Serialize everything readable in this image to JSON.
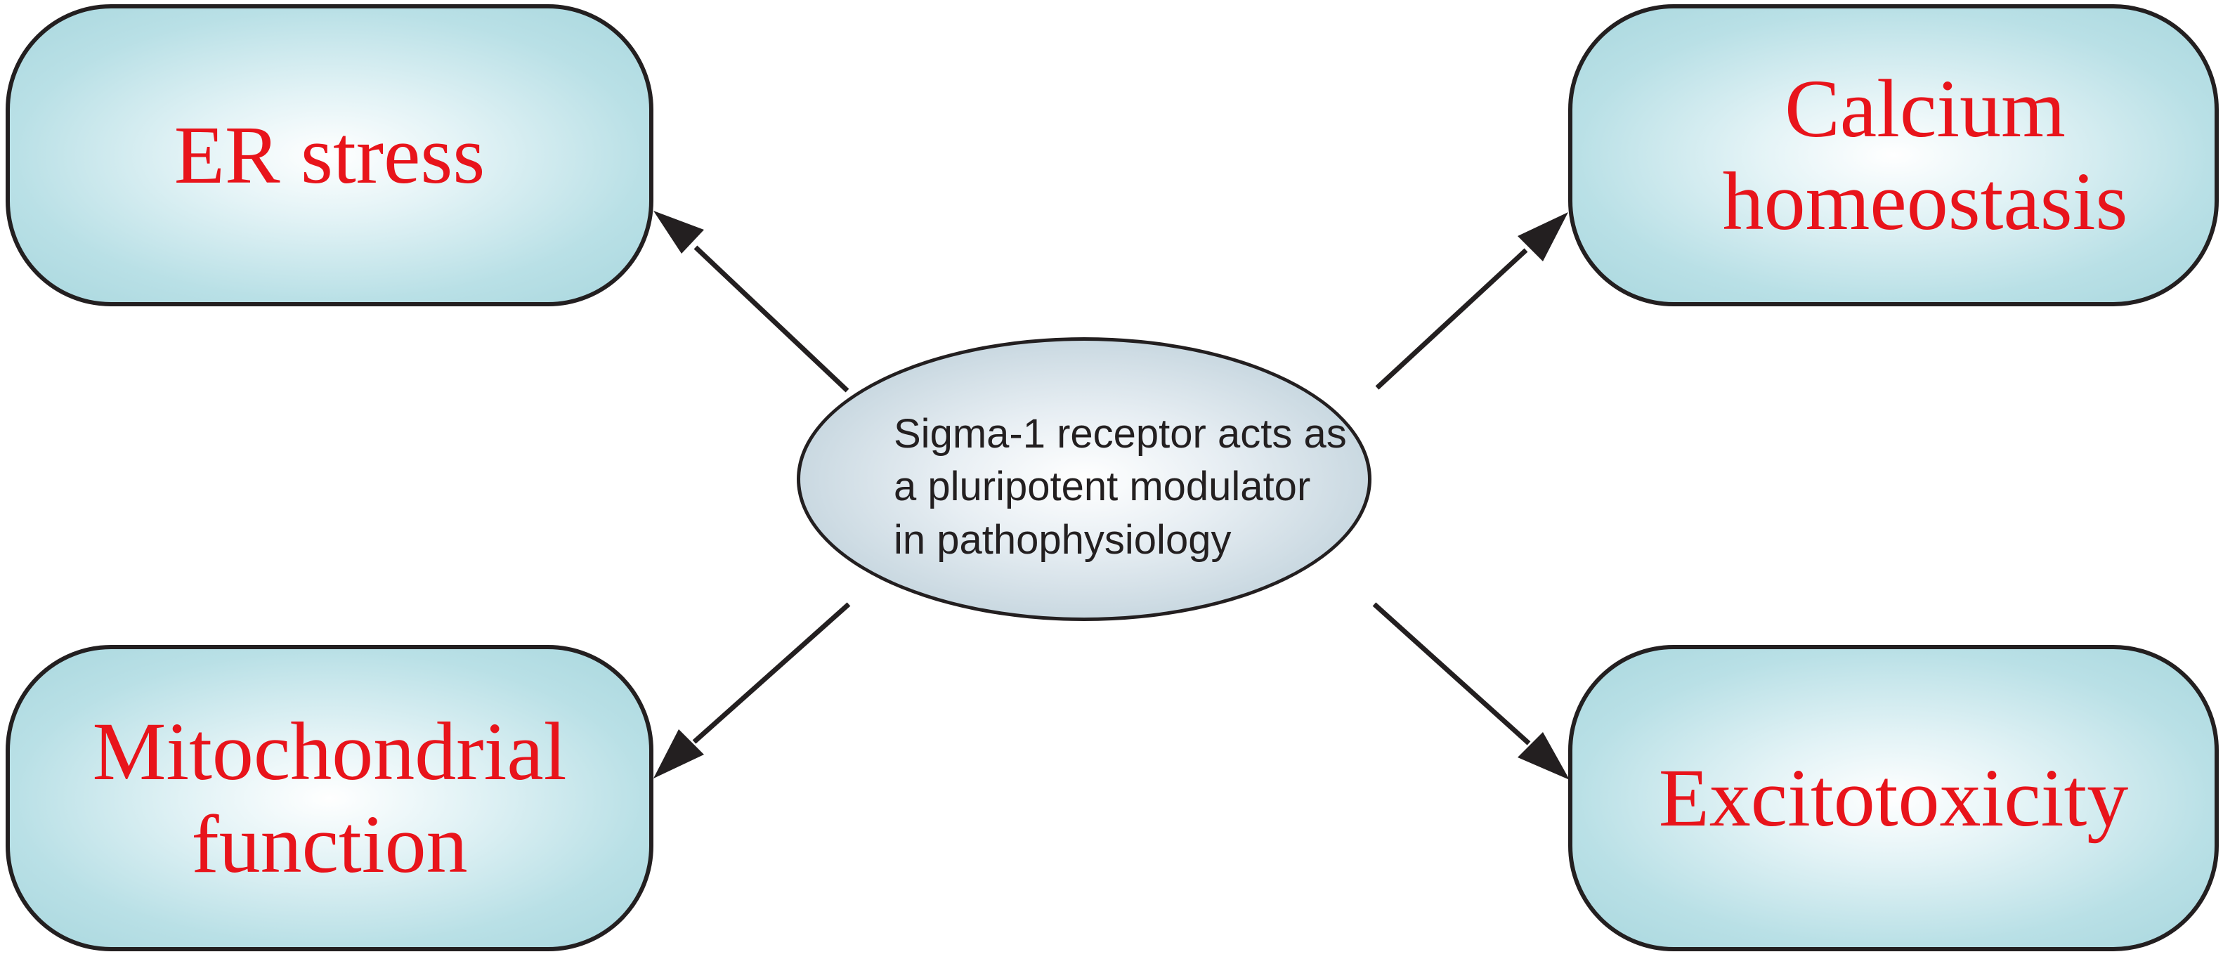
{
  "center": {
    "text": "Sigma-1 receptor acts as\na pluripotent modulator\nin pathophysiology"
  },
  "nodes": {
    "er_stress": "ER stress",
    "calcium_homeostasis": "Calcium\nhomeostasis",
    "mitochondrial_function": "Mitochondrial\nfunction",
    "excitotoxicity": "Excitotoxicity"
  },
  "colors": {
    "node_text": "#e8141b",
    "node_fill": "#b9e0e6",
    "ellipse_fill": "#c6d6df",
    "stroke": "#231f20"
  }
}
